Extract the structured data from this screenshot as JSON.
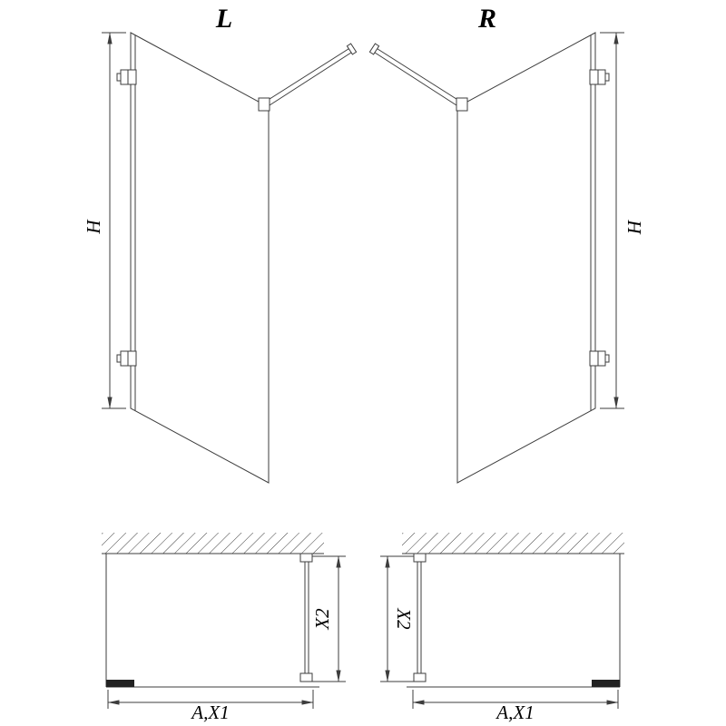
{
  "labels": {
    "variant_left": "L",
    "variant_right": "R",
    "dim_height": "H",
    "dim_width": "A,X1",
    "dim_depth": "X2"
  },
  "colors": {
    "line": "#3d3d3d",
    "text": "#000000",
    "background": "#ffffff"
  }
}
